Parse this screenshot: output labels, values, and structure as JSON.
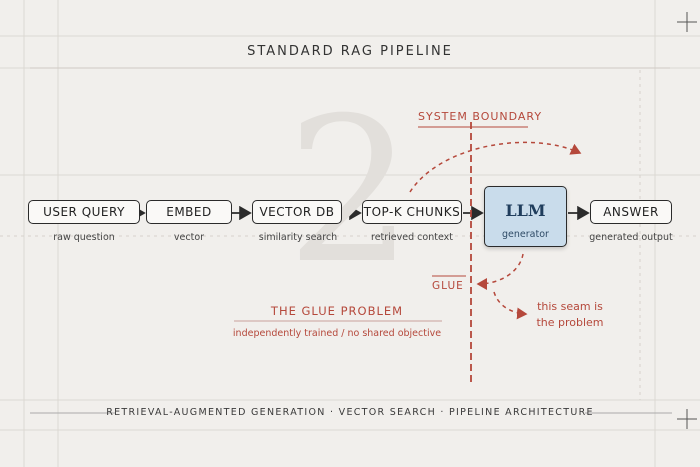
{
  "title": "STANDARD RAG PIPELINE",
  "watermark_numeral": "2",
  "nodes": [
    {
      "label": "USER QUERY",
      "sub": "raw question"
    },
    {
      "label": "EMBED",
      "sub": "vector"
    },
    {
      "label": "VECTOR DB",
      "sub": "similarity search"
    },
    {
      "label": "TOP-K CHUNKS",
      "sub": "retrieved context"
    },
    {
      "label": "ANSWER",
      "sub": "generated output"
    }
  ],
  "llm": {
    "label": "LLM",
    "sub": "generator"
  },
  "annotations": {
    "system_boundary": "SYSTEM BOUNDARY",
    "glue": "GLUE",
    "glue_problem": "THE GLUE PROBLEM",
    "glue_problem_sub": "independently trained / no shared objective",
    "seam_line1": "this seam is",
    "seam_line2": "the problem"
  },
  "footer": {
    "part1": "RETRIEVAL-AUGMENTED GENERATION",
    "sep": "·",
    "part2": "VECTOR SEARCH",
    "part3": "PIPELINE ARCHITECTURE"
  },
  "colors": {
    "accent": "#b5483b",
    "llm_fill": "#c9dceb",
    "background": "#f1efec",
    "ink": "#2b2b2b"
  }
}
